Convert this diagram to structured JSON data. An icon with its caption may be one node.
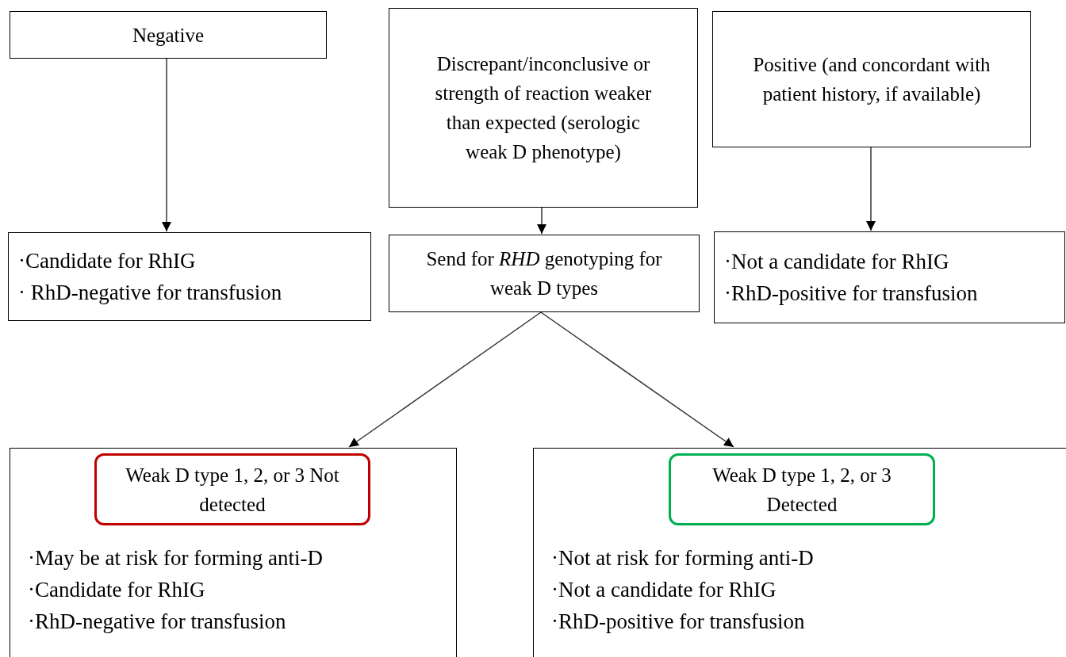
{
  "diagram": {
    "nodes": [
      {
        "text": [
          "Negative"
        ]
      },
      {
        "text": [
          "Discrepant/inconclusive or strength of reaction weaker than expected (serologic weak D phenotype)"
        ]
      },
      {
        "text": [
          "Positive (and concordant with patient history, if available)"
        ]
      },
      {
        "text": [
          "·Candidate for RhIG",
          "· RhD-negative for transfusion"
        ]
      },
      {
        "text": [
          "Send for *RHD* genotyping for weak D types"
        ]
      },
      {
        "text": [
          "·Not a candidate for RhIG",
          "·RhD-positive for transfusion"
        ]
      },
      {
        "text": [
          "·May be at risk for forming anti-D",
          "·Candidate for RhIG",
          "·RhD-negative for transfusion"
        ]
      },
      {
        "text": [
          "Weak D type 1, 2, or 3 Not detected"
        ],
        "in": 6
      },
      {
        "text": [
          "·Not at risk for forming anti-D",
          "·Not a candidate for RhIG",
          "·RhD-positive for transfusion"
        ]
      },
      {
        "text": [
          "Weak D type 1, 2, or 3 Detected"
        ],
        "in": 8
      }
    ],
    "edges": [
      {
        "from": 0,
        "to": 3,
        "arrow": "to"
      },
      {
        "from": 1,
        "to": 4,
        "arrow": "to"
      },
      {
        "from": 2,
        "to": 5,
        "arrow": "to"
      },
      {
        "from": 4,
        "to": 6,
        "arrow": "to"
      },
      {
        "from": 4,
        "to": 8,
        "arrow": "to"
      }
    ]
  }
}
